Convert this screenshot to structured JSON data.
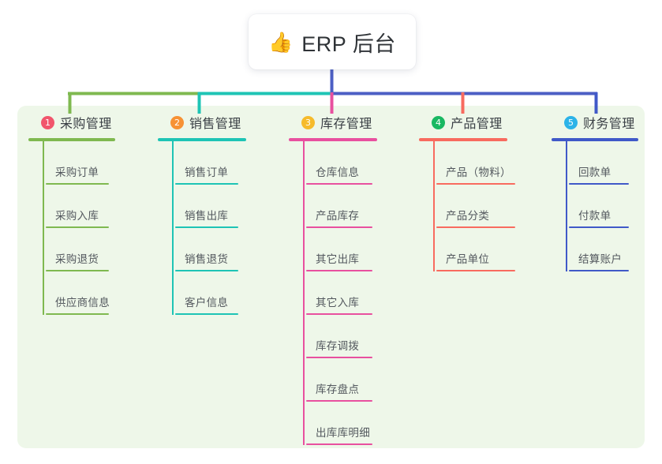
{
  "diagram": {
    "title": "ERP 后台 mind map",
    "root": {
      "icon": "thumbs-up-icon",
      "icon_glyph": "👍",
      "label": "ERP 后台"
    },
    "panel_color": "#eef7e9",
    "columns": [
      {
        "number": "1",
        "title": "采购管理",
        "badge_color": "#f1556c",
        "line_color": "#7fb950",
        "items": [
          "采购订单",
          "采购入库",
          "采购退货",
          "供应商信息"
        ]
      },
      {
        "number": "2",
        "title": "销售管理",
        "badge_color": "#f79234",
        "line_color": "#1ec4b5",
        "items": [
          "销售订单",
          "销售出库",
          "销售退货",
          "客户信息"
        ]
      },
      {
        "number": "3",
        "title": "库存管理",
        "badge_color": "#f6bb2b",
        "line_color": "#e8509f",
        "items": [
          "仓库信息",
          "产品库存",
          "其它出库",
          "其它入库",
          "库存调拨",
          "库存盘点",
          "出库库明细"
        ]
      },
      {
        "number": "4",
        "title": "产品管理",
        "badge_color": "#19b862",
        "line_color": "#f86b5f",
        "items": [
          "产品（物料）",
          "产品分类",
          "产品单位"
        ]
      },
      {
        "number": "5",
        "title": "财务管理",
        "badge_color": "#2cb3e8",
        "line_color": "#4059c8",
        "items": [
          "回款单",
          "付款单",
          "结算账户"
        ]
      }
    ],
    "connector": {
      "stem_color": "#4c5fc4",
      "segments": [
        {
          "name": "segment-green",
          "color": "#7fb950"
        },
        {
          "name": "segment-teal",
          "color": "#1ec4b5"
        },
        {
          "name": "segment-blue",
          "color": "#4c5fc4"
        }
      ],
      "drops": [
        {
          "name": "drop-purchase",
          "color": "#7fb950"
        },
        {
          "name": "drop-sales",
          "color": "#1ec4b5"
        },
        {
          "name": "drop-inventory",
          "color": "#e8509f"
        },
        {
          "name": "drop-product",
          "color": "#f86b5f"
        },
        {
          "name": "drop-finance",
          "color": "#4059c8"
        }
      ]
    }
  }
}
